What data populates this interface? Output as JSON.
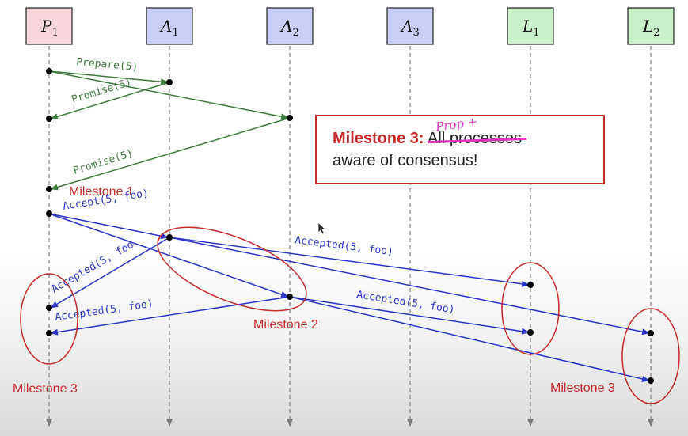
{
  "processes": [
    {
      "id": "P",
      "sub": "1",
      "color": "#f8d7dc"
    },
    {
      "id": "A",
      "sub": "1",
      "color": "#c9cdf7"
    },
    {
      "id": "A",
      "sub": "2",
      "color": "#c9cdf7"
    },
    {
      "id": "A",
      "sub": "3",
      "color": "#c9cdf7"
    },
    {
      "id": "L",
      "sub": "1",
      "color": "#c9f0c9"
    },
    {
      "id": "L",
      "sub": "2",
      "color": "#c9f0c9"
    }
  ],
  "messages": {
    "prepare": "Prepare(5)",
    "promise_a1": "Promise(5)",
    "promise_a2": "Promise(5)",
    "accept": "Accept(5, foo)",
    "accepted_a1_l1": "Accepted(5, foo)",
    "accepted_a1_p1": "Accepted(5, foo",
    "accepted_a2_p1": "Accepted(5, foo)",
    "accepted_a2_l": "Accepted(5, foo)"
  },
  "milestones": {
    "m1": "Milestone 1",
    "m2": "Milestone 2",
    "m3_left": "Milestone 3",
    "m3_right": "Milestone 3"
  },
  "callout": {
    "title": "Milestone 3:",
    "struck_text": "All processes",
    "handwriting": "Prop +",
    "line2": "aware of consensus!"
  },
  "colors": {
    "phase1": "#3d7a3d",
    "phase2": "#2a35c8",
    "milestone": "#c42a2a"
  }
}
